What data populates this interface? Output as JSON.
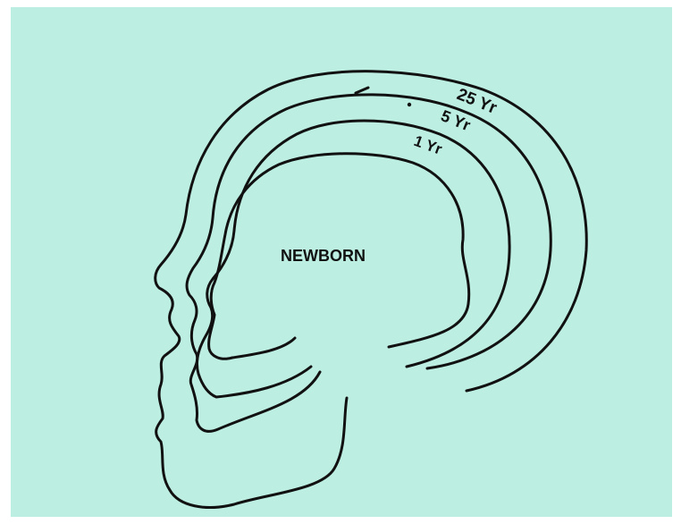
{
  "diagram": {
    "background_color": "#bdeee2",
    "line_color": "#111111",
    "labels": {
      "age_25": "25 Yr",
      "age_5": "5 Yr",
      "age_1": "1 Yr",
      "newborn": "NEWBORN"
    }
  }
}
